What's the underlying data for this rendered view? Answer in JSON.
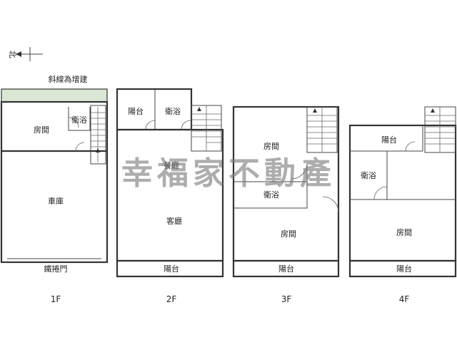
{
  "compass": {
    "label": "北"
  },
  "note": "斜線為增建",
  "watermark": "幸福家不動產",
  "floors": [
    {
      "label": "1F",
      "rooms": {
        "bedroom": "房間",
        "bath": "衛浴",
        "garage": "車庫",
        "door": "鐵捲門"
      }
    },
    {
      "label": "2F",
      "rooms": {
        "balcony_top": "陽台",
        "bath": "衛浴",
        "dining": "餐廳",
        "living": "客廳",
        "balcony_bottom": "陽台"
      }
    },
    {
      "label": "3F",
      "rooms": {
        "bedroom_top": "房間",
        "bath": "衛浴",
        "bedroom_bottom": "房間",
        "balcony": "陽台"
      }
    },
    {
      "label": "4F",
      "rooms": {
        "balcony_top": "陽台",
        "bath": "衛浴",
        "bedroom": "房間",
        "balcony_bottom": "陽台"
      }
    }
  ]
}
